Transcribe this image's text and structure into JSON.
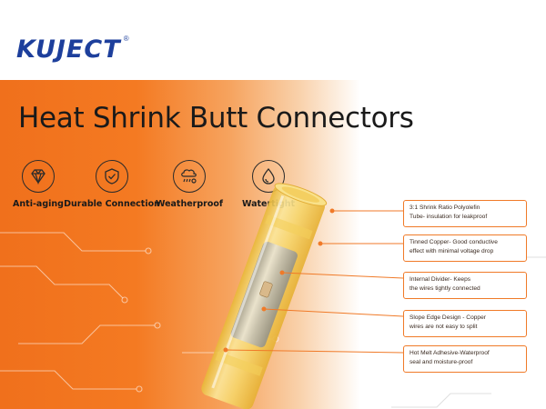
{
  "brand": {
    "name": "KUJECT",
    "registered": "®",
    "color": "#1d3f9c"
  },
  "title": "Heat Shrink Butt Connectors",
  "features": [
    {
      "label": "Anti-aging",
      "icon": "diamond-icon"
    },
    {
      "label": "Durable Connection",
      "icon": "shield-check-icon"
    },
    {
      "label": "Weatherproof",
      "icon": "cloud-weather-icon"
    },
    {
      "label": "Watertight",
      "icon": "water-drop-icon"
    }
  ],
  "callouts": [
    {
      "line1": "3:1 Shrink Ratio Polyolefin",
      "line2": "Tube- insulation for leakproof"
    },
    {
      "line1": "Tinned Copper- Good conductive",
      "line2": "effect with minimal voltage drop"
    },
    {
      "line1": "Internal Divider- Keeps",
      "line2": "the wires tightly connected"
    },
    {
      "line1": "Slope Edge Design - Copper",
      "line2": "wires are not easy to split"
    },
    {
      "line1": "Hot Melt Adhesive-Waterproof",
      "line2": "seal and moisture-proof"
    }
  ],
  "colors": {
    "accent": "#f07a28",
    "tube": "#f6d76a",
    "copper": "#b0b4bc"
  }
}
